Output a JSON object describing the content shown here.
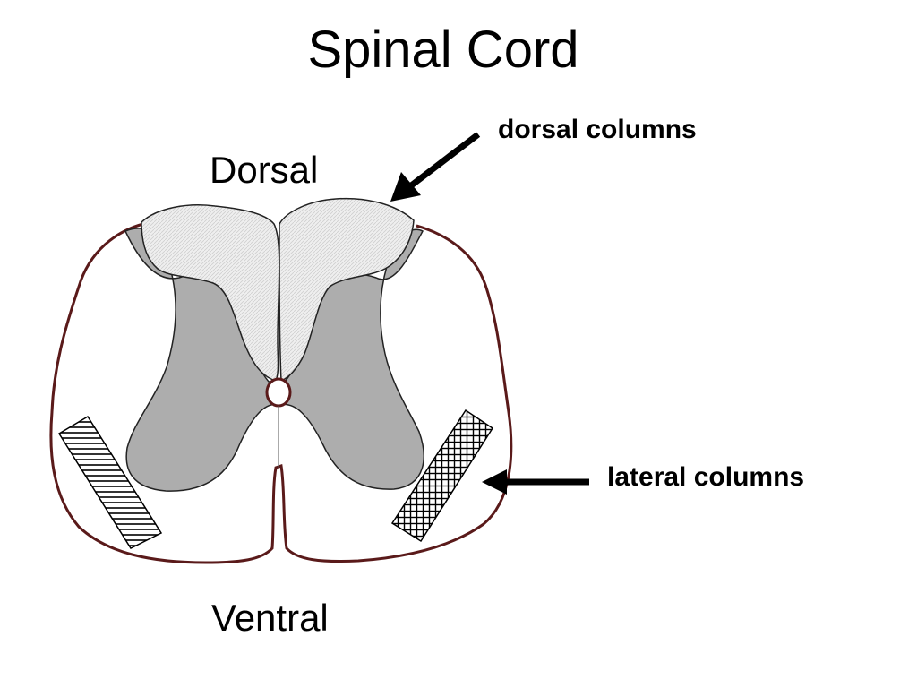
{
  "title": "Spinal Cord",
  "labels": {
    "dorsal": "Dorsal",
    "ventral": "Ventral",
    "dorsal_columns": "dorsal columns",
    "lateral_columns": "lateral columns"
  },
  "colors": {
    "cord_outline": "#5a1a1a",
    "gray_matter": "#adadad",
    "dorsal_columns_fill": "#eeeeee",
    "arrow": "#000000"
  }
}
